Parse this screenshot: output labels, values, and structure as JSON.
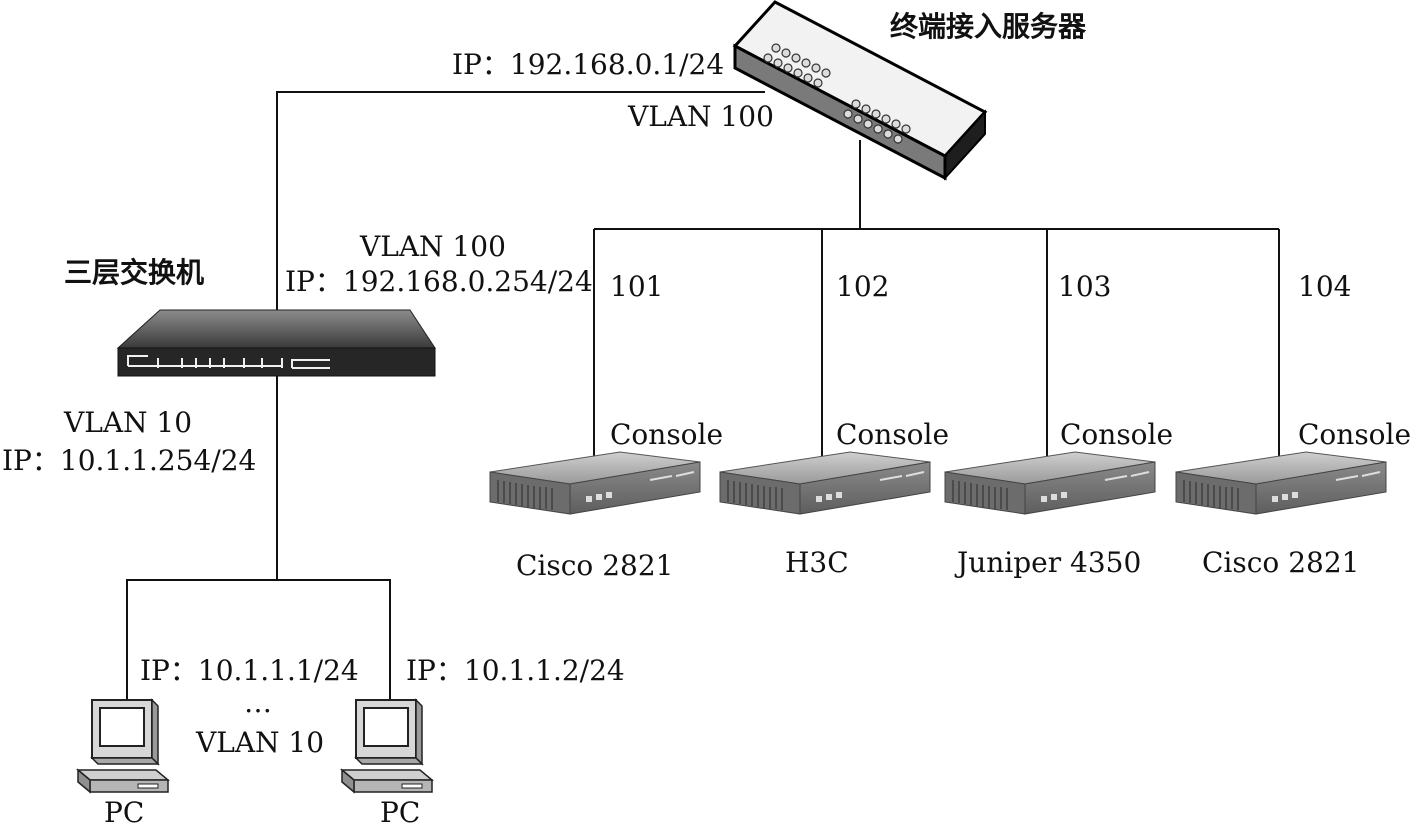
{
  "server": {
    "title": "终端接入服务器",
    "ip": "IP：192.168.0.1/24",
    "vlan": "VLAN 100"
  },
  "l3switch": {
    "title": "三层交换机",
    "uplink_vlan": "VLAN 100",
    "uplink_ip": "IP：192.168.0.254/24",
    "downlink_vlan": "VLAN 10",
    "downlink_ip": "IP：10.1.1.254/24"
  },
  "routers": [
    {
      "port": "101",
      "console": "Console",
      "name": "Cisco 2821"
    },
    {
      "port": "102",
      "console": "Console",
      "name": "H3C"
    },
    {
      "port": "103",
      "console": "Console",
      "name": "Juniper 4350"
    },
    {
      "port": "104",
      "console": "Console",
      "name": "Cisco 2821"
    }
  ],
  "pcs": [
    {
      "ip": "IP：10.1.1.1/24",
      "name": "PC"
    },
    {
      "ip": "IP：10.1.1.2/24",
      "name": "PC"
    }
  ],
  "pc_group": {
    "ellipsis": "…",
    "vlan": "VLAN 10"
  }
}
